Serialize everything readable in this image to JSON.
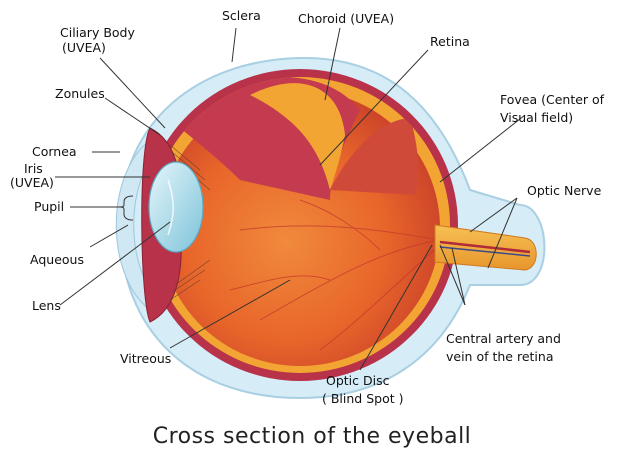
{
  "labels": {
    "sclera": "Sclera",
    "choroid": "Choroid (UVEA)",
    "retina": "Retina",
    "ciliary_body_1": "Ciliary Body",
    "ciliary_body_2": "(UVEA)",
    "zonules": "Zonules",
    "fovea_1": "Fovea (Center of",
    "fovea_2": "Visual field)",
    "cornea": "Cornea",
    "iris_1": "Iris",
    "iris_2": "(UVEA)",
    "optic_nerve": "Optic Nerve",
    "pupil": "Pupil",
    "aqueous": "Aqueous",
    "lens": "Lens",
    "central_artery_1": "Central artery and",
    "central_artery_2": "vein of the retina",
    "vitreous": "Vitreous",
    "optic_disc_1": "Optic Disc",
    "optic_disc_2": "( Blind Spot )"
  },
  "caption": "Cross section of the eyeball",
  "colors": {
    "sclera_outer": "#d6ecf6",
    "sclera_edge": "#a9cfe3",
    "choroid": "#b8324a",
    "retina": "#f2a532",
    "vitreous": "#e8652a",
    "lens": "#9fd6e6"
  }
}
